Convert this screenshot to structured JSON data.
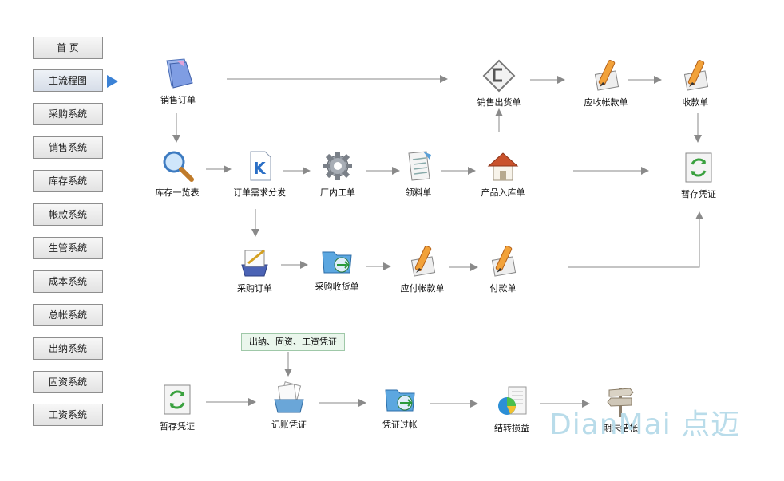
{
  "sidebar": {
    "items": [
      {
        "label": "首 页"
      },
      {
        "label": "主流程图",
        "active": true
      },
      {
        "label": "采购系统"
      },
      {
        "label": "销售系统"
      },
      {
        "label": "库存系统"
      },
      {
        "label": "帐款系统"
      },
      {
        "label": "生管系统"
      },
      {
        "label": "成本系统"
      },
      {
        "label": "总帐系统"
      },
      {
        "label": "出纳系统"
      },
      {
        "label": "固资系统"
      },
      {
        "label": "工资系统"
      }
    ]
  },
  "flow": {
    "sales_order": {
      "label": "销售订单",
      "icon": "document-stack-icon"
    },
    "sales_shipment": {
      "label": "销售出货单",
      "icon": "diamond-sign-icon"
    },
    "receivable": {
      "label": "应收帐款单",
      "icon": "pencil-notes-icon"
    },
    "receipt": {
      "label": "收款单",
      "icon": "pencil-notes-icon"
    },
    "inventory_list": {
      "label": "库存一览表",
      "icon": "magnifier-icon"
    },
    "order_demand": {
      "label": "订单需求分发",
      "icon": "document-k-icon"
    },
    "work_order": {
      "label": "厂内工单",
      "icon": "gear-icon"
    },
    "material_req": {
      "label": "领料单",
      "icon": "document-lines-icon"
    },
    "product_in": {
      "label": "产品入库单",
      "icon": "house-icon"
    },
    "temp_voucher_top": {
      "label": "暂存凭证",
      "icon": "recycle-arrows-icon"
    },
    "purchase_order": {
      "label": "采购订单",
      "icon": "clipboard-pen-icon"
    },
    "purchase_receipt": {
      "label": "采购收货单",
      "icon": "folder-globe-icon"
    },
    "payable": {
      "label": "应付帐款单",
      "icon": "pencil-notes-icon"
    },
    "payment": {
      "label": "付款单",
      "icon": "pencil-notes-icon"
    },
    "temp_voucher_bottom": {
      "label": "暂存凭证",
      "icon": "recycle-arrows-icon"
    },
    "post_voucher": {
      "label": "记账凭证",
      "icon": "file-tray-icon"
    },
    "voucher_transfer": {
      "label": "凭证过帐",
      "icon": "folder-globe-icon"
    },
    "carry_forward": {
      "label": "结转损益",
      "icon": "pie-report-icon"
    },
    "period_close": {
      "label": "期末结帐",
      "icon": "signpost-icon"
    }
  },
  "note": {
    "label": "出纳、固资、工资凭证"
  },
  "watermark": {
    "text": "DianMai 点迈"
  },
  "colors": {
    "accent": "#3b82d6",
    "arrow": "#8a8a8a",
    "note_bg": "#eaf6ec"
  }
}
